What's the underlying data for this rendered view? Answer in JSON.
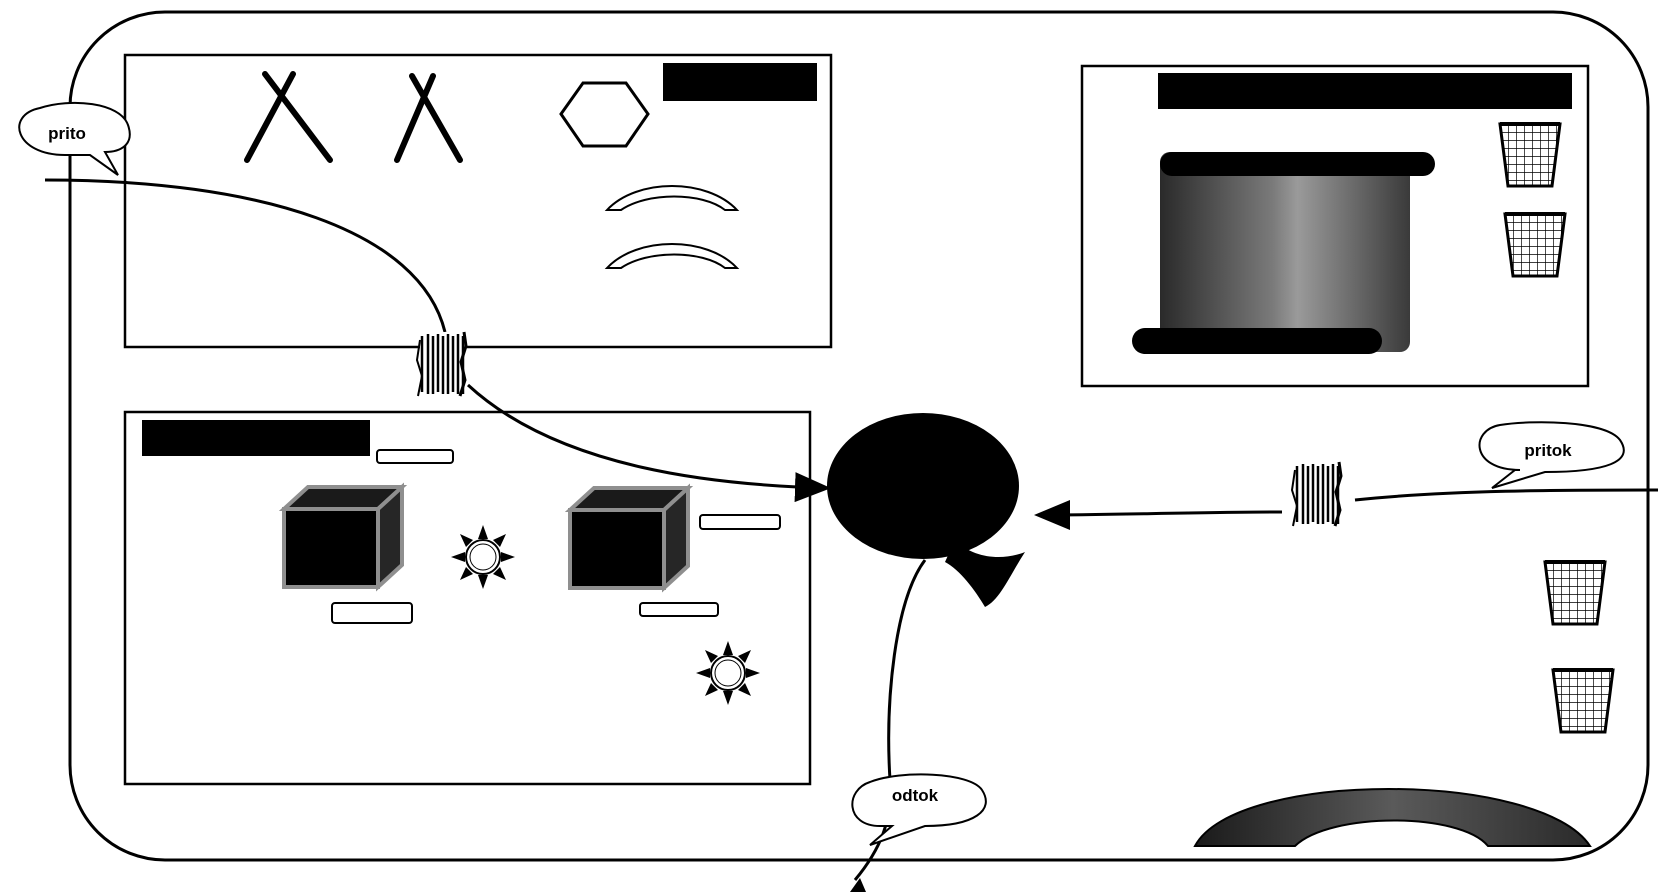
{
  "labels": {
    "inflow_left": "prito",
    "inflow_right": "pritok",
    "outflow": "odtok"
  },
  "colors": {
    "ink": "#000000",
    "paper": "#ffffff",
    "panel_dark": "#4a4a4a",
    "cube_frame": "#9a9a9a"
  },
  "icons": [
    "crossed-sticks-icon",
    "hexagon-icon",
    "arch-icon",
    "grate-icon",
    "basket-icon",
    "sun-icon",
    "cube-icon",
    "blob-icon",
    "dark-scroll-icon",
    "dark-arch-icon"
  ]
}
